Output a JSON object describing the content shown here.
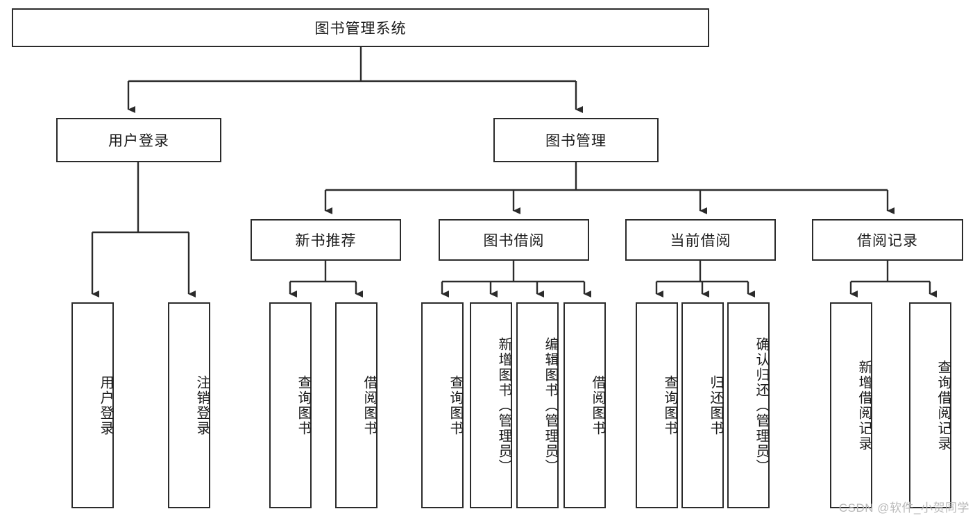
{
  "diagram": {
    "title": "图书管理系统",
    "type": "tree-hierarchy-diagram",
    "colors": {
      "box_border": "#2b2b2b",
      "box_fill": "#ffffff",
      "connector": "#2b2b2b",
      "background": "#ffffff",
      "watermark": "#b9b9b9"
    },
    "root": {
      "label": "图书管理系统"
    },
    "level2": [
      {
        "label": "用户登录"
      },
      {
        "label": "图书管理"
      }
    ],
    "level3": [
      {
        "label": "新书推荐"
      },
      {
        "label": "图书借阅"
      },
      {
        "label": "当前借阅"
      },
      {
        "label": "借阅记录"
      }
    ],
    "leaves": [
      {
        "label": "用户登录",
        "parent": "用户登录"
      },
      {
        "label": "注销登录",
        "parent": "用户登录"
      },
      {
        "label": "查询图书",
        "parent": "新书推荐"
      },
      {
        "label": "借阅图书",
        "parent": "新书推荐"
      },
      {
        "label": "查询图书",
        "parent": "图书借阅"
      },
      {
        "label": "新增图书（管理员）",
        "parent": "图书借阅"
      },
      {
        "label": "编辑图书（管理员）",
        "parent": "图书借阅"
      },
      {
        "label": "借阅图书",
        "parent": "图书借阅"
      },
      {
        "label": "查询图书",
        "parent": "当前借阅"
      },
      {
        "label": "归还图书",
        "parent": "当前借阅"
      },
      {
        "label": "确认归还（管理员）",
        "parent": "当前借阅"
      },
      {
        "label": "新增借阅记录",
        "parent": "借阅记录"
      },
      {
        "label": "查询借阅记录",
        "parent": "借阅记录"
      }
    ]
  },
  "watermark": {
    "text": "CSDN @软件_小贺同学"
  }
}
